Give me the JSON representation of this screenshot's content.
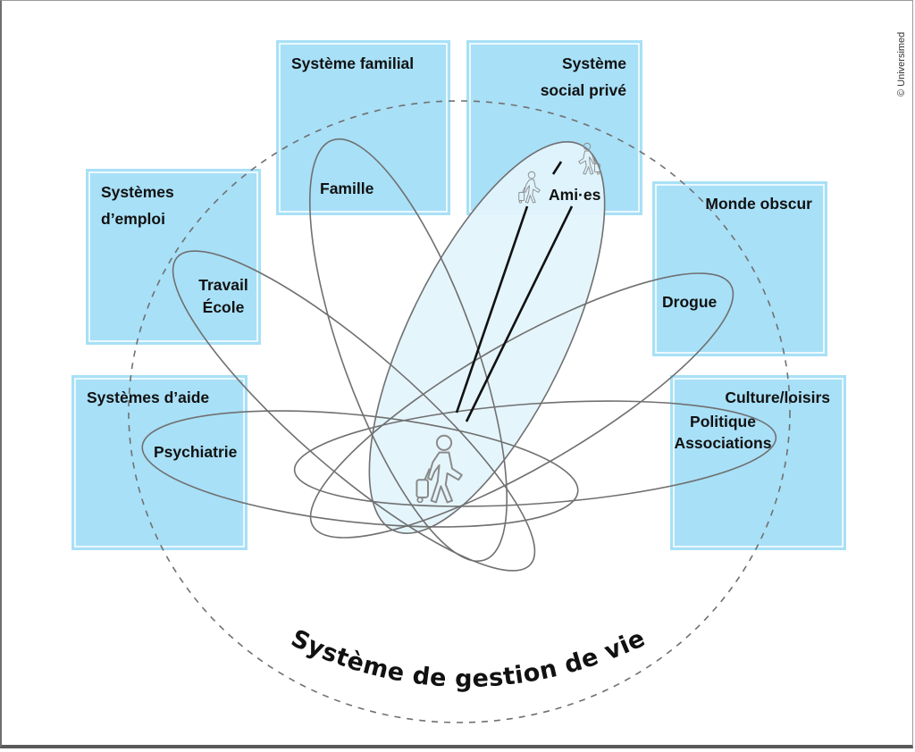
{
  "diagram": {
    "title": "Système de gestion de vie",
    "credit": "© Universimed",
    "colors": {
      "box_fill": "#a8e0f7",
      "box_border": "#a8e0f7",
      "box_inner_line": "#ffffff",
      "friends_fill": "#e3f4fc",
      "ellipse_stroke": "#707070",
      "dashed_circle": "#707070",
      "connector": "#111111",
      "text": "#111111"
    },
    "systems": [
      {
        "id": "familial",
        "label_lines": [
          "Système familial"
        ],
        "item_lines": [
          "Famille"
        ]
      },
      {
        "id": "social",
        "label_lines": [
          "Système",
          "social privé"
        ],
        "item_lines": [
          "Ami·es"
        ]
      },
      {
        "id": "emploi",
        "label_lines": [
          "Systèmes",
          "d’emploi"
        ],
        "item_lines": [
          "Travail",
          "École"
        ]
      },
      {
        "id": "obscur",
        "label_lines": [
          "Monde obscur"
        ],
        "item_lines": [
          "Drogue"
        ]
      },
      {
        "id": "aide",
        "label_lines": [
          "Systèmes d’aide"
        ],
        "item_lines": [
          "Psychiatrie"
        ]
      },
      {
        "id": "culture",
        "label_lines": [
          "Culture/loisirs"
        ],
        "item_lines": [
          "Politique",
          "Associations"
        ]
      }
    ],
    "icons": {
      "center": "traveler-with-suitcase-icon",
      "friends": [
        "traveler-with-suitcase-icon",
        "traveler-with-suitcase-icon"
      ]
    }
  }
}
